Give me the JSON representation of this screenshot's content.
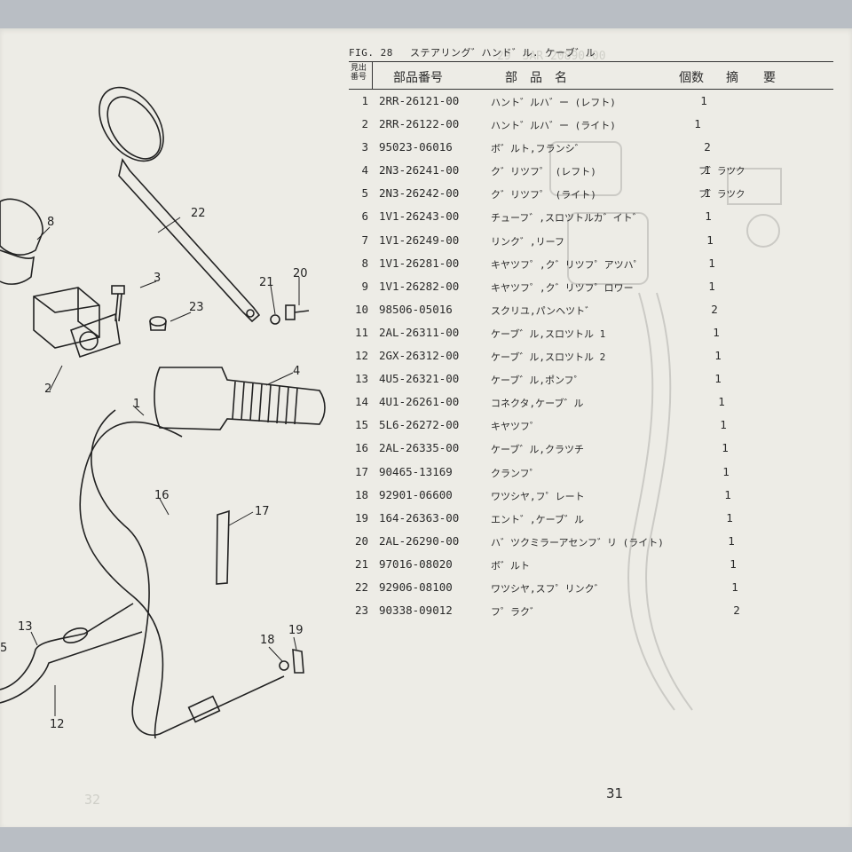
{
  "figure": {
    "label": "FIG. 28",
    "title": "ステアリング゛ハンド゛ル. ケーブ゛ル"
  },
  "headers": {
    "ref_no": "見出 番号",
    "part_no": "部品番号",
    "part_name": "部　品　名",
    "qty": "個数",
    "remarks": "摘　　要"
  },
  "rows": [
    {
      "no": "1",
      "part": "2RR-26121-00",
      "name": "ハント゛ルハ゛ー (レフト)",
      "qty": "1",
      "note": ""
    },
    {
      "no": "2",
      "part": "2RR-26122-00",
      "name": "ハント゛ルハ゛ー (ライト)",
      "qty": "1",
      "note": ""
    },
    {
      "no": "3",
      "part": "95023-06016",
      "name": "ボ゛ルト,フランシ゛",
      "qty": "2",
      "note": ""
    },
    {
      "no": "4",
      "part": "2N3-26241-00",
      "name": "ク゛リツフ゜ (レフト)",
      "qty": "1",
      "note": "フ゛ラツク"
    },
    {
      "no": "5",
      "part": "2N3-26242-00",
      "name": "ク゛リツフ゜ (ライト)",
      "qty": "1",
      "note": "フ゛ラツク"
    },
    {
      "no": "6",
      "part": "1V1-26243-00",
      "name": "チューフ゛,スロツトルカ゛イト゛",
      "qty": "1",
      "note": ""
    },
    {
      "no": "7",
      "part": "1V1-26249-00",
      "name": "リンク゛,リーフ",
      "qty": "1",
      "note": ""
    },
    {
      "no": "8",
      "part": "1V1-26281-00",
      "name": "キヤツフ゜,ク゛リツフ゜アツハ゜",
      "qty": "1",
      "note": ""
    },
    {
      "no": "9",
      "part": "1V1-26282-00",
      "name": "キヤツフ゜,ク゛リツフ゜ロワー",
      "qty": "1",
      "note": ""
    },
    {
      "no": "10",
      "part": "98506-05016",
      "name": "スクリユ,パンヘツト゛",
      "qty": "2",
      "note": ""
    },
    {
      "no": "11",
      "part": "2AL-26311-00",
      "name": "ケーブ゛ル,スロツトル 1",
      "qty": "1",
      "note": ""
    },
    {
      "no": "12",
      "part": "2GX-26312-00",
      "name": "ケーブ゛ル,スロツトル 2",
      "qty": "1",
      "note": ""
    },
    {
      "no": "13",
      "part": "4U5-26321-00",
      "name": "ケーブ゛ル,ポンフ゜",
      "qty": "1",
      "note": ""
    },
    {
      "no": "14",
      "part": "4U1-26261-00",
      "name": "コネクタ,ケーブ゛ル",
      "qty": "1",
      "note": ""
    },
    {
      "no": "15",
      "part": "5L6-26272-00",
      "name": "キヤツフ゜",
      "qty": "1",
      "note": ""
    },
    {
      "no": "16",
      "part": "2AL-26335-00",
      "name": "ケーブ゛ル,クラツチ",
      "qty": "1",
      "note": ""
    },
    {
      "no": "17",
      "part": "90465-13169",
      "name": "クランフ゜",
      "qty": "1",
      "note": ""
    },
    {
      "no": "18",
      "part": "92901-06600",
      "name": "ワツシヤ,フ゜レート",
      "qty": "1",
      "note": ""
    },
    {
      "no": "19",
      "part": "164-26363-00",
      "name": "エント゛,ケーブ゛ル",
      "qty": "1",
      "note": ""
    },
    {
      "no": "20",
      "part": "2AL-26290-00",
      "name": "ハ゛ツクミラーアセンフ゛リ (ライト)",
      "qty": "1",
      "note": ""
    },
    {
      "no": "21",
      "part": "97016-08020",
      "name": "ボ゛ルト",
      "qty": "1",
      "note": ""
    },
    {
      "no": "22",
      "part": "92906-08100",
      "name": "ワツシヤ,スフ゜リンク゛",
      "qty": "1",
      "note": ""
    },
    {
      "no": "23",
      "part": "90338-09012",
      "name": "フ゜ラク゛",
      "qty": "2",
      "note": ""
    }
  ],
  "page_number": "31",
  "callouts": [
    "1",
    "2",
    "3",
    "4",
    "5",
    "8",
    "12",
    "13",
    "16",
    "17",
    "18",
    "19",
    "20",
    "21",
    "22",
    "23"
  ]
}
